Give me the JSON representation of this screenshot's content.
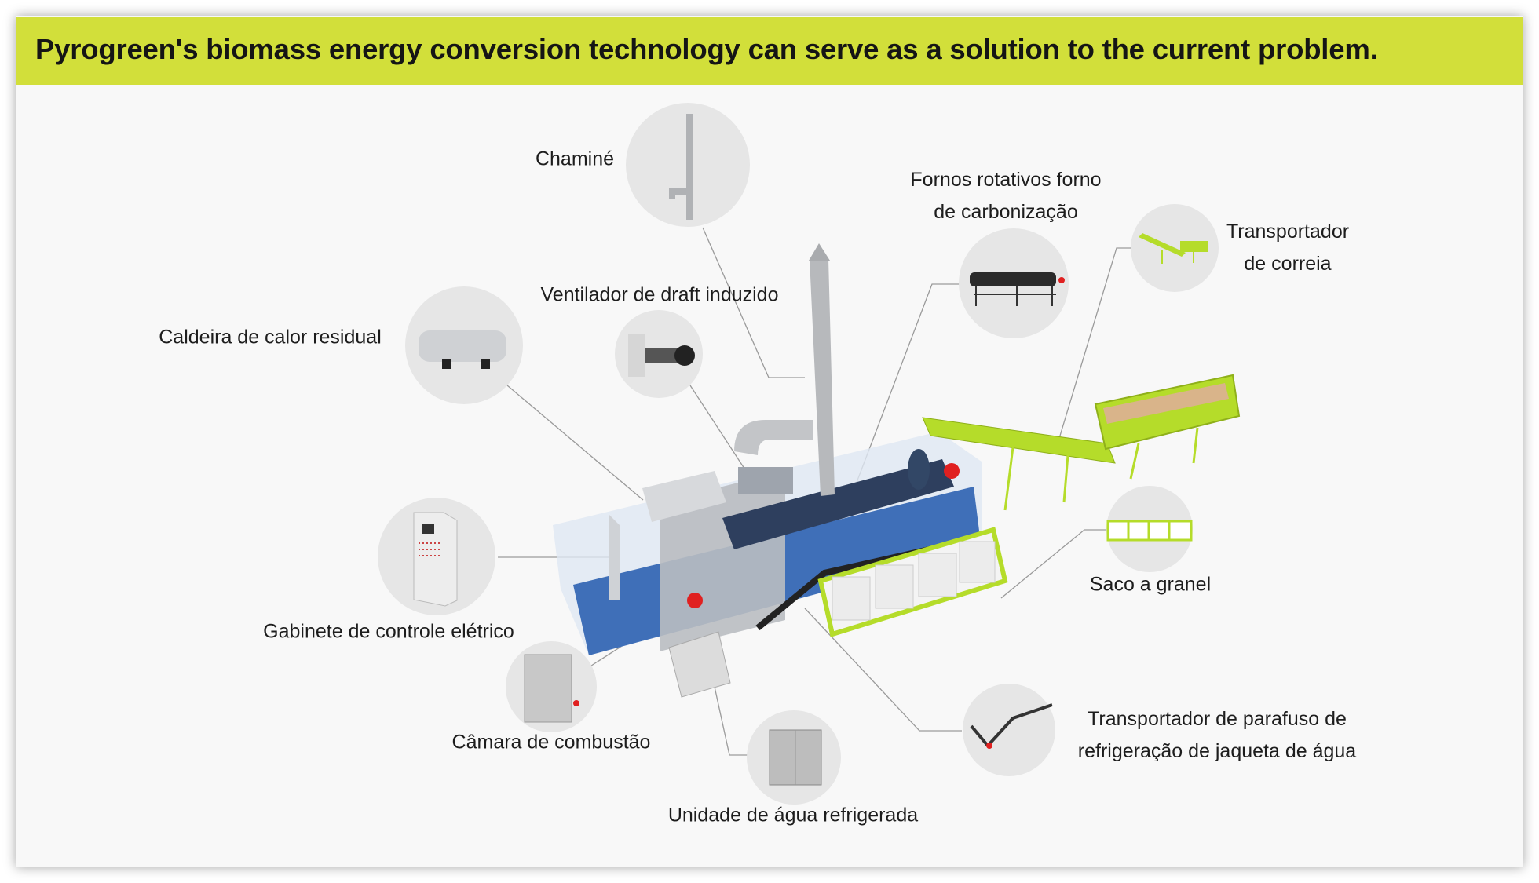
{
  "header": {
    "title": "Pyrogreen's biomass energy conversion technology can serve as a solution to the current problem."
  },
  "colors": {
    "header_bg": "#d2df3a",
    "accent_green": "#b5dc2a",
    "container_blue": "#3f6fb8"
  },
  "components": [
    {
      "id": "chimney",
      "label": "Chaminé"
    },
    {
      "id": "rotary-kiln",
      "label_line1": "Fornos rotativos forno",
      "label_line2": "de carbonização"
    },
    {
      "id": "belt-conveyor",
      "label_line1": "Transportador",
      "label_line2": "de correia"
    },
    {
      "id": "induced-draft-fan",
      "label": "Ventilador de draft induzido"
    },
    {
      "id": "waste-heat-boiler",
      "label": "Caldeira de calor residual"
    },
    {
      "id": "electrical-control-cabinet",
      "label": "Gabinete de controle elétrico"
    },
    {
      "id": "bulk-bag",
      "label": "Saco a granel"
    },
    {
      "id": "combustion-chamber",
      "label": "Câmara de combustão"
    },
    {
      "id": "screw-conveyor",
      "label_line1": "Transportador de parafuso de",
      "label_line2": "refrigeração de jaqueta de água"
    },
    {
      "id": "chilled-water-unit",
      "label": "Unidade de água refrigerada"
    }
  ]
}
